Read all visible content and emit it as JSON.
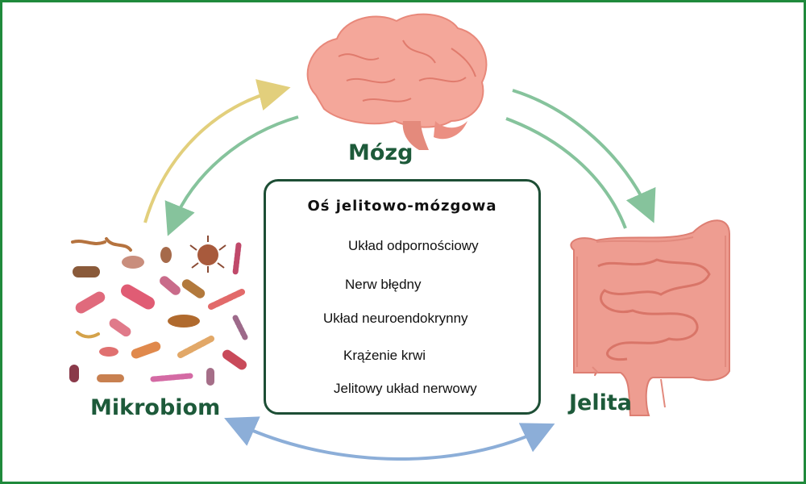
{
  "nodes": {
    "brain": "Mózg",
    "microbiome": "Mikrobiom",
    "gut": "Jelita"
  },
  "panel": {
    "title": "Oś jelitowo-mózgowa",
    "items": [
      {
        "label": "Układ odpornościowy",
        "icon": "blood-cells-icon"
      },
      {
        "label": "Nerw błędny",
        "icon": "neuron-icon"
      },
      {
        "label": "Układ neuroendokrynny",
        "icon": "endocrine-cell-icon"
      },
      {
        "label": "Krążenie krwi",
        "icon": "red-blood-cell-icon"
      },
      {
        "label": "Jelitowy układ nerwowy",
        "icon": "enteric-cell-icon"
      }
    ]
  },
  "colors": {
    "border": "#1f8a3c",
    "label": "#1d5a3a",
    "arrow_green": "#86c39c",
    "arrow_yellow": "#e2cf7c",
    "arrow_blue": "#8caed8",
    "brain": "#f4a79a",
    "gut": "#ee9d91"
  }
}
